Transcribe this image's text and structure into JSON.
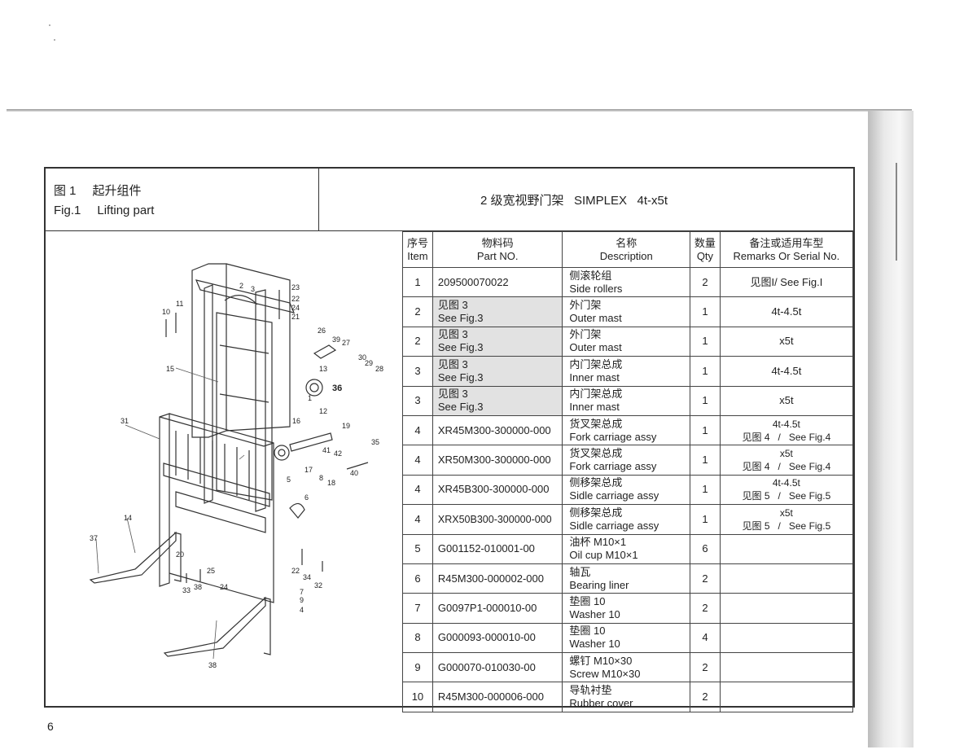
{
  "header": {
    "figure_label_cn": "图 1",
    "figure_title_cn": "起升组件",
    "figure_label_en": "Fig.1",
    "figure_title_en": "Lifting part",
    "title": "2 级宽视野门架   SIMPLEX   4t-x5t"
  },
  "columns": [
    {
      "cn": "序号",
      "en": "Item"
    },
    {
      "cn": "物料码",
      "en": "Part NO."
    },
    {
      "cn": "名称",
      "en": "Description"
    },
    {
      "cn": "数量",
      "en": "Qty"
    },
    {
      "cn": "备注或适用车型",
      "en": "Remarks Or Serial No."
    }
  ],
  "rows": [
    {
      "item": "1",
      "part": "209500070022",
      "part_cn": "",
      "desc_cn": "侧滚轮组",
      "desc_en": "Side rollers",
      "qty": "2",
      "remark1": "见图I/ See Fig.I",
      "remark2": ""
    },
    {
      "item": "2",
      "part": "See Fig.3",
      "part_cn": "见图 3",
      "desc_cn": "外门架",
      "desc_en": "Outer mast",
      "qty": "1",
      "remark1": "4t-4.5t",
      "remark2": ""
    },
    {
      "item": "2",
      "part": "See Fig.3",
      "part_cn": "见图 3",
      "desc_cn": "外门架",
      "desc_en": "Outer mast",
      "qty": "1",
      "remark1": "x5t",
      "remark2": ""
    },
    {
      "item": "3",
      "part": "See Fig.3",
      "part_cn": "见图 3",
      "desc_cn": "内门架总成",
      "desc_en": "Inner mast",
      "qty": "1",
      "remark1": "4t-4.5t",
      "remark2": ""
    },
    {
      "item": "3",
      "part": "See Fig.3",
      "part_cn": "见图 3",
      "desc_cn": "内门架总成",
      "desc_en": "Inner mast",
      "qty": "1",
      "remark1": "x5t",
      "remark2": ""
    },
    {
      "item": "4",
      "part": "XR45M300-300000-000",
      "part_cn": "",
      "desc_cn": "货叉架总成",
      "desc_en": "Fork carriage assy",
      "qty": "1",
      "remark1": "4t-4.5t",
      "remark2": "见图 4   /   See Fig.4"
    },
    {
      "item": "4",
      "part": "XR50M300-300000-000",
      "part_cn": "",
      "desc_cn": "货叉架总成",
      "desc_en": "Fork carriage assy",
      "qty": "1",
      "remark1": "x5t",
      "remark2": "见图 4   /   See Fig.4"
    },
    {
      "item": "4",
      "part": "XR45B300-300000-000",
      "part_cn": "",
      "desc_cn": "侧移架总成",
      "desc_en": "Sidle carriage assy",
      "qty": "1",
      "remark1": "4t-4.5t",
      "remark2": "见图 5   /   See Fig.5"
    },
    {
      "item": "4",
      "part": "XRX50B300-300000-000",
      "part_cn": "",
      "desc_cn": "侧移架总成",
      "desc_en": "Sidle carriage assy",
      "qty": "1",
      "remark1": "x5t",
      "remark2": "见图 5   /   See Fig.5"
    },
    {
      "item": "5",
      "part": "G001152-010001-00",
      "part_cn": "",
      "desc_cn": "油杯 M10×1",
      "desc_en": "Oil cup M10×1",
      "qty": "6",
      "remark1": "",
      "remark2": ""
    },
    {
      "item": "6",
      "part": "R45M300-000002-000",
      "part_cn": "",
      "desc_cn": "轴瓦",
      "desc_en": "Bearing liner",
      "qty": "2",
      "remark1": "",
      "remark2": ""
    },
    {
      "item": "7",
      "part": "G0097P1-000010-00",
      "part_cn": "",
      "desc_cn": "垫圈 10",
      "desc_en": "Washer 10",
      "qty": "2",
      "remark1": "",
      "remark2": ""
    },
    {
      "item": "8",
      "part": "G000093-000010-00",
      "part_cn": "",
      "desc_cn": "垫圈 10",
      "desc_en": "Washer 10",
      "qty": "4",
      "remark1": "",
      "remark2": ""
    },
    {
      "item": "9",
      "part": "G000070-010030-00",
      "part_cn": "",
      "desc_cn": "螺钉 M10×30",
      "desc_en": "Screw M10×30",
      "qty": "2",
      "remark1": "",
      "remark2": ""
    },
    {
      "item": "10",
      "part": "R45M300-000006-000",
      "part_cn": "",
      "desc_cn": "导轨衬垫",
      "desc_en": "Rubber cover",
      "qty": "2",
      "remark1": "",
      "remark2": ""
    }
  ],
  "diagram_callouts": [
    "2",
    "3",
    "23",
    "22",
    "24",
    "21",
    "11",
    "10",
    "26",
    "39",
    "27",
    "13",
    "30",
    "29",
    "28",
    "36",
    "15",
    "1",
    "12",
    "16",
    "19",
    "31",
    "35",
    "41",
    "42",
    "17",
    "5",
    "40",
    "8",
    "18",
    "6",
    "14",
    "37",
    "20",
    "25",
    "7",
    "9",
    "4",
    "24",
    "22",
    "34",
    "32",
    "33",
    "38"
  ],
  "page_number": "6"
}
